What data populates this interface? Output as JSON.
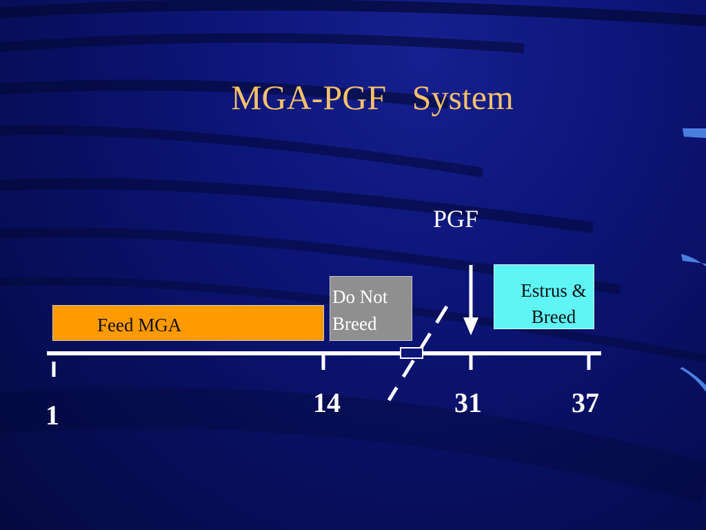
{
  "slide": {
    "title": "MGA-PGF   System",
    "pgf_label": "PGF",
    "boxes": {
      "feed_mga": "Feed MGA",
      "do_not_breed": "Do Not\nBreed",
      "estrus_breed": "Estrus &\nBreed"
    },
    "days": [
      "1",
      "14",
      "31",
      "37"
    ],
    "colors": {
      "background": "#0c1578",
      "title": "#f5c06a",
      "feed_mga": "#ff9a00",
      "do_not_breed": "#8f8f8f",
      "estrus_breed": "#5ff5f5",
      "timeline": "#ffffff"
    }
  }
}
